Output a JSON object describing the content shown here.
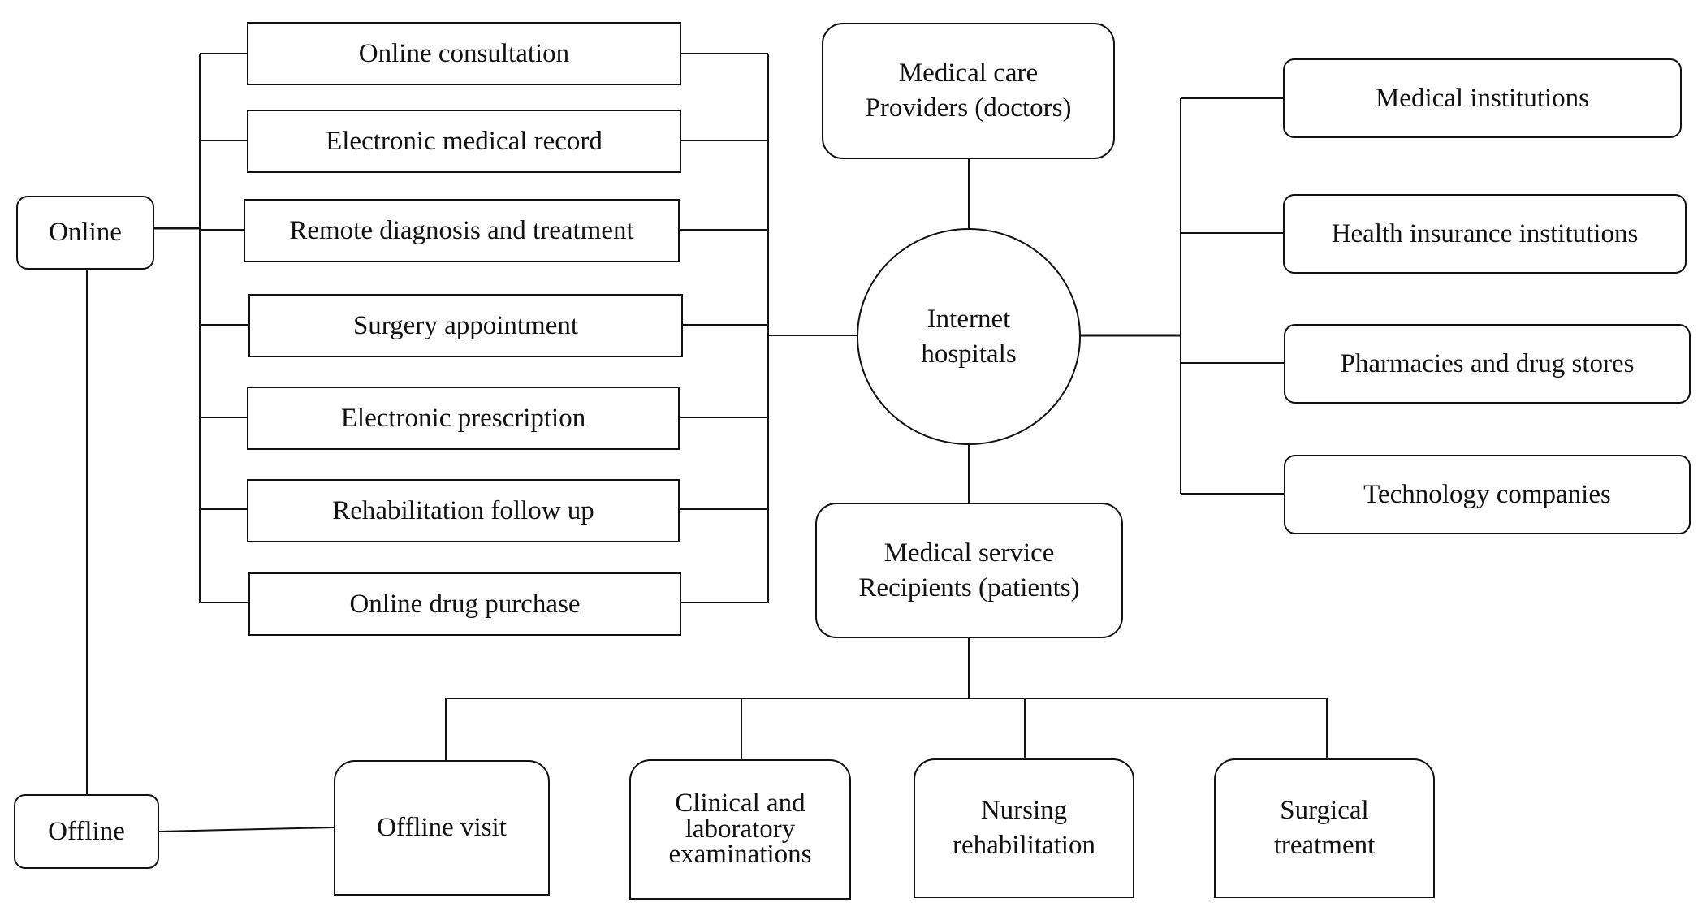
{
  "center": {
    "line1": "Internet",
    "line2": "hospitals"
  },
  "providers": {
    "line1": "Medical care",
    "line2": "Providers (doctors)"
  },
  "recipients": {
    "line1": "Medical service",
    "line2": "Recipients (patients)"
  },
  "modes": {
    "online": "Online",
    "offline": "Offline"
  },
  "online_services": [
    "Online consultation",
    "Electronic medical record",
    "Remote diagnosis and treatment",
    "Surgery appointment",
    "Electronic prescription",
    "Rehabilitation follow up",
    "Online drug purchase"
  ],
  "partners": [
    "Medical institutions",
    "Health insurance institutions",
    "Pharmacies and drug stores",
    "Technology companies"
  ],
  "offline_services": {
    "visit": "Offline visit",
    "exams": {
      "line1": "Clinical and",
      "line2": "laboratory",
      "line3": "examinations"
    },
    "nursing": {
      "line1": "Nursing",
      "line2": "rehabilitation"
    },
    "surgery": {
      "line1": "Surgical",
      "line2": "treatment"
    }
  }
}
